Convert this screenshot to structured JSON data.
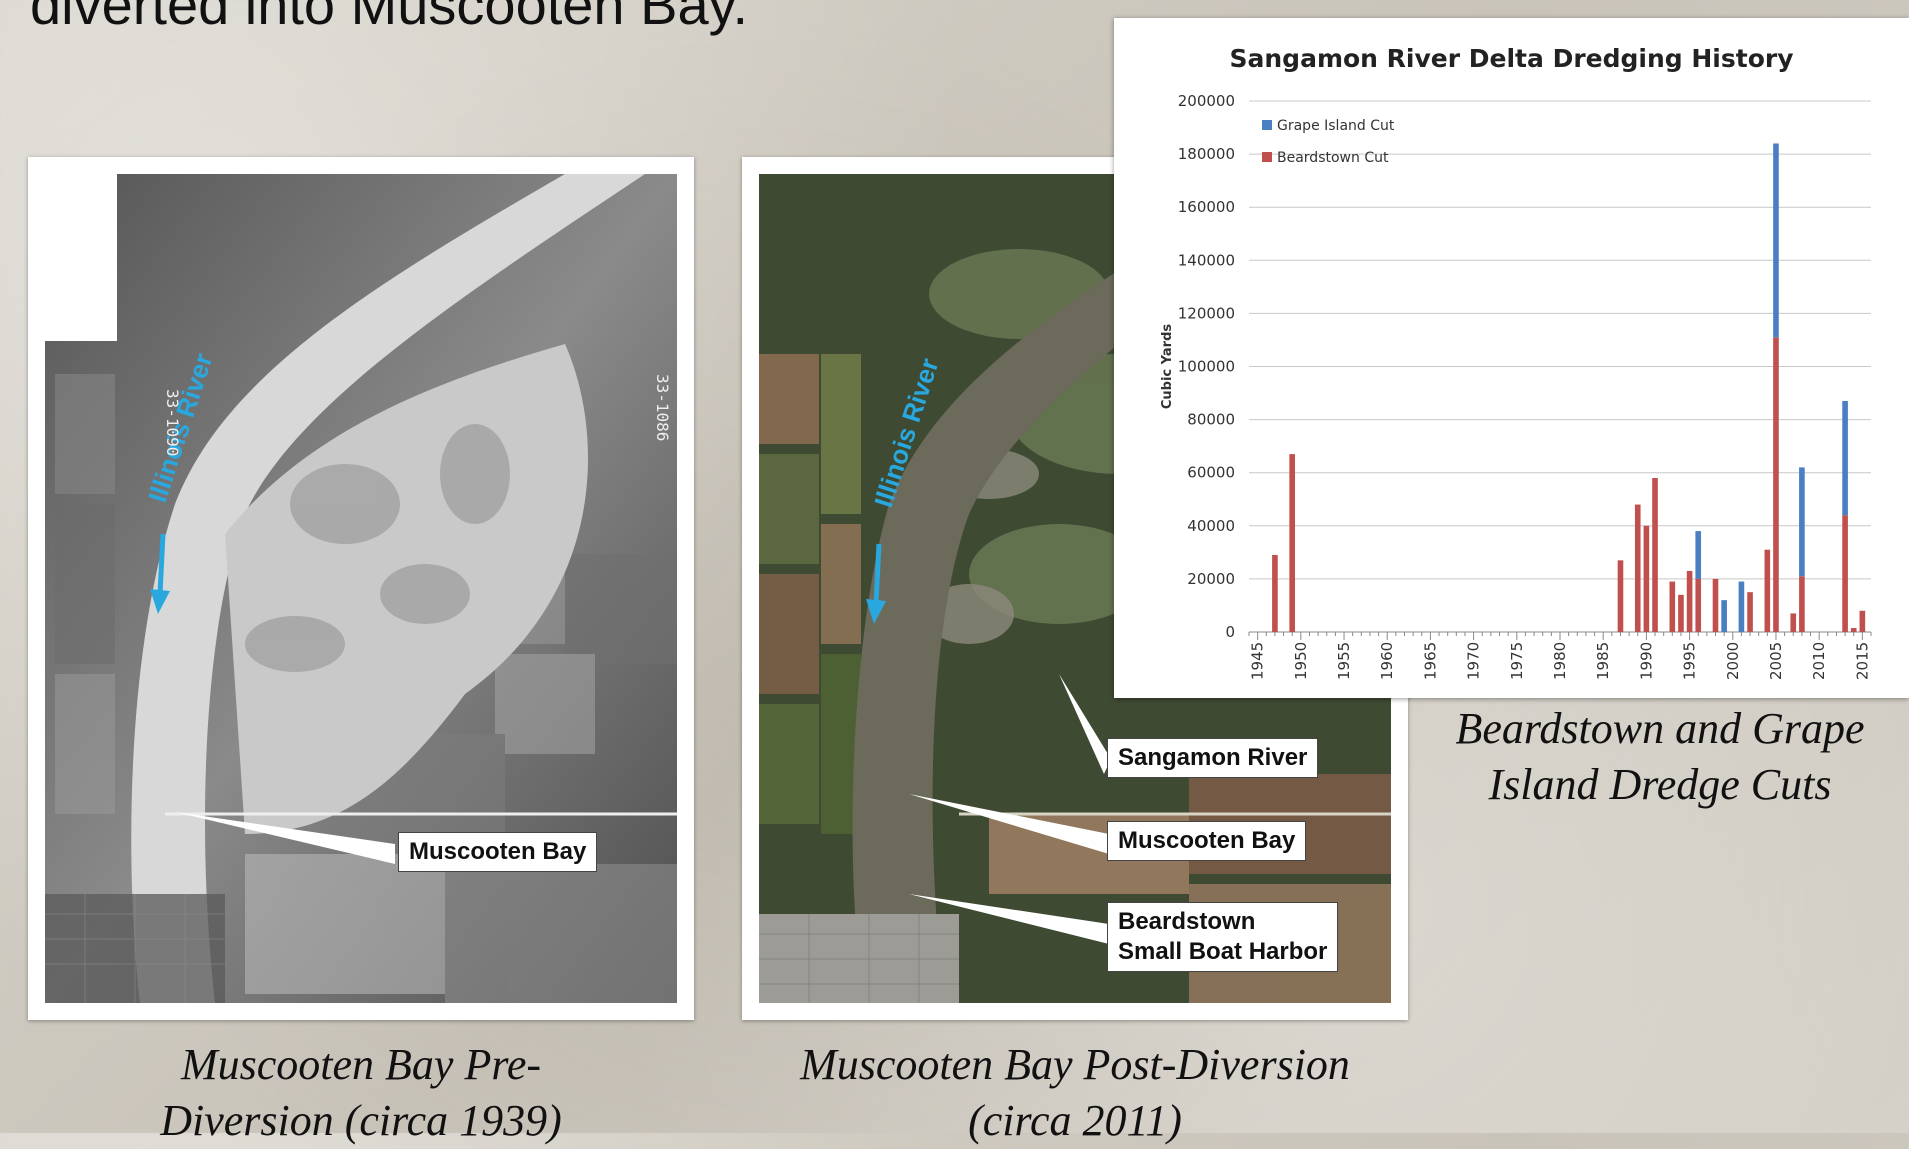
{
  "headline": "diverted into Muscooten Bay.",
  "photos": {
    "left": {
      "caption_line1": "Muscooten Bay Pre-",
      "caption_line2": "Diversion (circa 1939)",
      "river_label": "Illinois River",
      "callouts": {
        "muscooten_bay": "Muscooten Bay"
      },
      "edge_text_1": "33-1090",
      "edge_text_2": "33-1086"
    },
    "middle": {
      "caption_line1": "Muscooten Bay Post-Diversion",
      "caption_line2": "(circa 2011)",
      "river_label": "Illinois River",
      "callouts": {
        "sangamon_river": "Sangamon River",
        "muscooten_bay": "Muscooten Bay",
        "harbor_line1": "Beardstown",
        "harbor_line2": "Small Boat Harbor"
      }
    },
    "right_caption_line1": "Beardstown and Grape",
    "right_caption_line2": "Island Dredge Cuts"
  },
  "colors": {
    "grape_island": "#4a7fc1",
    "beardstown": "#c0504d",
    "river_label": "#29a8e0"
  },
  "chart_data": {
    "type": "bar",
    "stacked": true,
    "title": "Sangamon River Delta Dredging History",
    "ylabel": "Cubic Yards",
    "xlabel": "",
    "ylim": [
      0,
      200000
    ],
    "yticks": [
      0,
      20000,
      40000,
      60000,
      80000,
      100000,
      120000,
      140000,
      160000,
      180000,
      200000
    ],
    "xlim": [
      1944,
      2016
    ],
    "xticks": [
      1945,
      1950,
      1955,
      1960,
      1965,
      1970,
      1975,
      1980,
      1985,
      1990,
      1995,
      2000,
      2005,
      2010,
      2015
    ],
    "legend": "top-left",
    "grid": true,
    "x": [
      1947,
      1949,
      1987,
      1989,
      1990,
      1991,
      1993,
      1994,
      1995,
      1996,
      1998,
      1999,
      2001,
      2002,
      2004,
      2005,
      2007,
      2008,
      2013,
      2014,
      2015
    ],
    "series": [
      {
        "name": "Beardstown Cut",
        "values": [
          29000,
          67000,
          27000,
          48000,
          40000,
          58000,
          19000,
          14000,
          23000,
          20000,
          20000,
          0,
          0,
          15000,
          31000,
          111000,
          7000,
          21000,
          44000,
          1500,
          8000
        ]
      },
      {
        "name": "Grape Island Cut",
        "values": [
          0,
          0,
          0,
          0,
          0,
          0,
          0,
          0,
          0,
          18000,
          0,
          12000,
          19000,
          0,
          0,
          73000,
          0,
          41000,
          43000,
          0,
          0
        ]
      }
    ]
  }
}
